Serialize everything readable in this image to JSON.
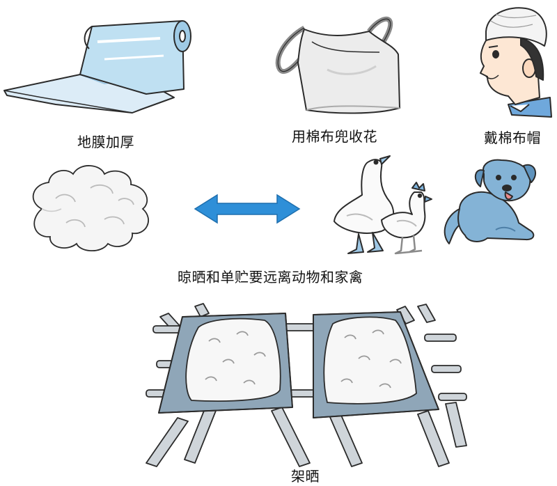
{
  "labels": {
    "film": "地膜加厚",
    "bag": "用棉布兜收花",
    "hat": "戴棉布帽",
    "keep_away": "晾晒和单贮要远离动物和家禽",
    "rack": "架晒"
  },
  "icons": {
    "film": "plastic-film-roll-icon",
    "bag": "cotton-cloth-bag-icon",
    "hat": "person-cotton-hat-icon",
    "cotton": "cotton-pile-icon",
    "arrow": "double-arrow-icon",
    "goose": "goose-icon",
    "chicken": "chicken-icon",
    "dog": "dog-icon",
    "rack": "drying-rack-icon"
  },
  "colors": {
    "film_blue": "#bfe0f2",
    "bag_gray": "#e6e6e6",
    "arrow_blue": "#2e8fd8",
    "animal_blue": "#84b3d6",
    "rack_gray": "#8fa6b8",
    "outline": "#2b2b2b"
  }
}
